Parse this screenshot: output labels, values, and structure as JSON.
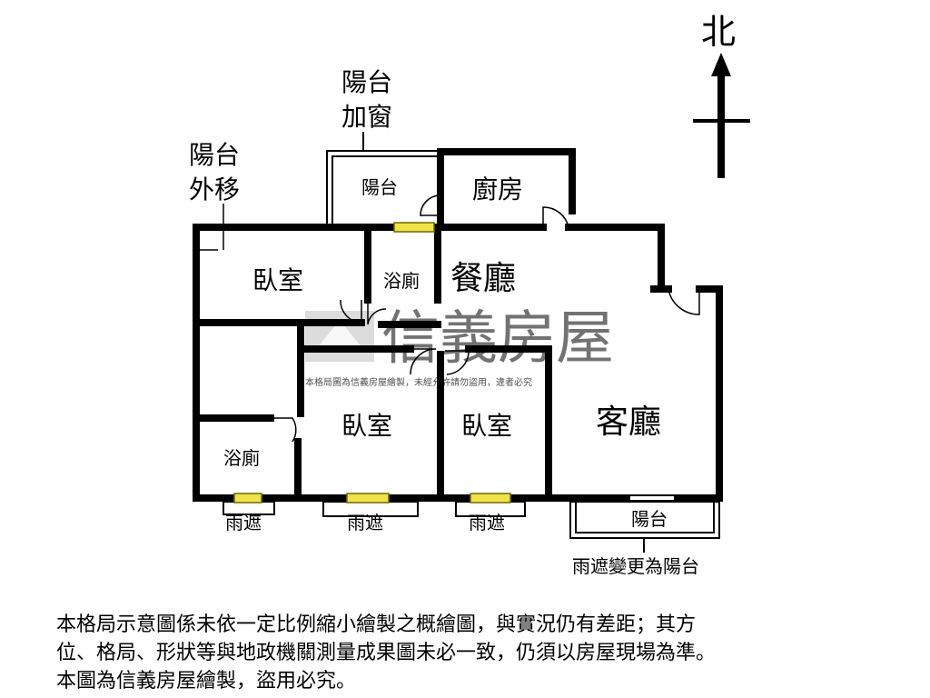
{
  "compass": {
    "north_label": "北"
  },
  "rooms": {
    "balcony_top": "陽台",
    "kitchen": "廚房",
    "dining": "餐廳",
    "bedroom_nw": "臥室",
    "bath_top": "浴廁",
    "bedroom_mid": "臥室",
    "bedroom_east": "臥室",
    "living": "客廳",
    "bath_sw": "浴廁",
    "balcony_bottom": "陽台"
  },
  "annotations": {
    "balcony_window_line1": "陽台",
    "balcony_window_line2": "加窗",
    "balcony_moved_line1": "陽台",
    "balcony_moved_line2": "外移",
    "awning_1": "雨遮",
    "awning_2": "雨遮",
    "awning_3": "雨遮",
    "awning_to_balcony": "雨遮變更為陽台"
  },
  "watermark": {
    "brand": "信義房屋",
    "notice": "本格局圖為信義房屋繪製，未經允許請勿盜用，違者必究"
  },
  "disclaimer": {
    "line1": "本格局示意圖係未依一定比例縮小繪製之概繪圖，與實況仍有差距；其方",
    "line2": "位、格局、形狀等與地政機關測量成果圖未必一致，仍須以房屋現場為準。",
    "line3": "本圖為信義房屋繪製，盜用必究。"
  },
  "colors": {
    "wall": "#000000",
    "window_fill": "#f2e24a",
    "window_stroke": "#6b6b00",
    "watermark": "#9a9a9a"
  }
}
